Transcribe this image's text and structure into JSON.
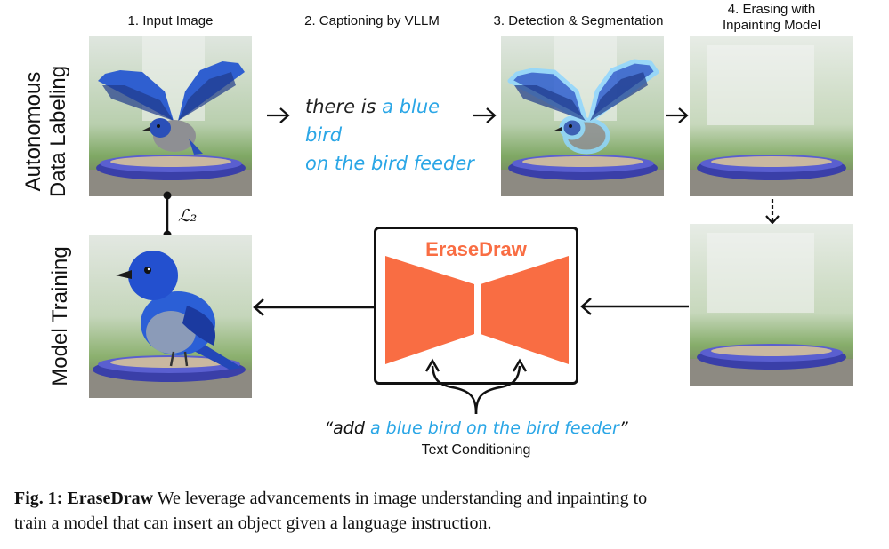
{
  "steps": {
    "s1": "1. Input Image",
    "s2": "2. Captioning by VLLM",
    "s3": "3. Detection & Segmentation",
    "s4_line1": "4. Erasing with",
    "s4_line2": "Inpainting Model"
  },
  "rows": {
    "top_line1": "Autonomous",
    "top_line2": "Data Labeling",
    "bottom": "Model Training"
  },
  "caption": {
    "prefix": "there is ",
    "highlight_line1": "a blue bird",
    "highlight_line2": "on the bird feeder"
  },
  "loss_label": "ℒ₂",
  "model": {
    "name": "EraseDraw",
    "color": "#f96d43"
  },
  "conditioning": {
    "open_quote": "“add ",
    "highlight": "a blue bird on the bird feeder",
    "close_quote": "”",
    "label": "Text Conditioning"
  },
  "figure_caption": {
    "label": "Fig. 1:",
    "bold_title": "EraseDraw",
    "line1_rest": " We leverage advancements in image understanding and inpainting to",
    "line2": "train a model that can insert an object given a language instruction."
  },
  "colors": {
    "highlight_blue": "#2aa6e6",
    "bird_blue": "#2b5fd6",
    "orange": "#f96d43"
  }
}
